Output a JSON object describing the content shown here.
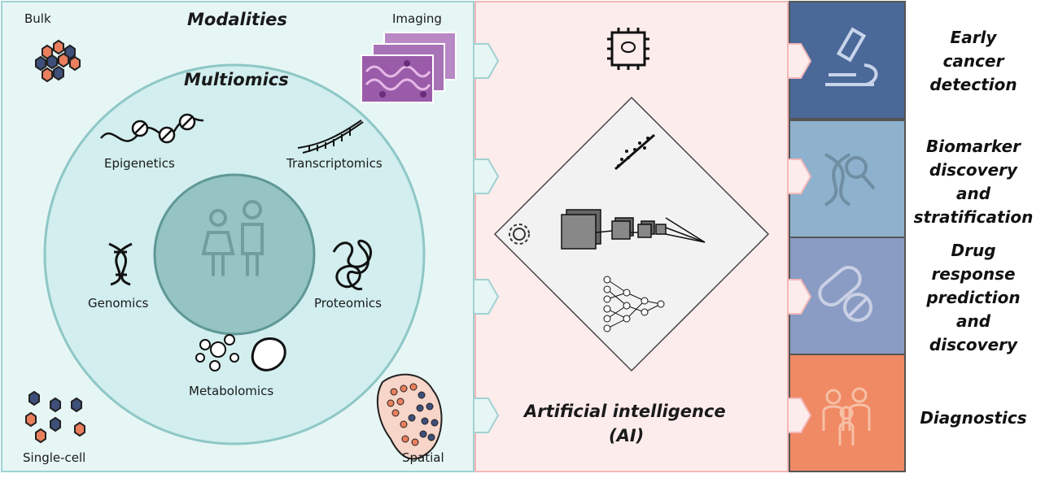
{
  "modalities": {
    "title": "Modalities",
    "bulk": "Bulk",
    "imaging": "Imaging",
    "single_cell": "Single-cell",
    "spatial": "Spatial"
  },
  "multiomics": {
    "title": "Multiomics",
    "epigenetics": "Epigenetics",
    "transcriptomics": "Transcriptomics",
    "genomics": "Genomics",
    "proteomics": "Proteomics",
    "metabolomics": "Metabolomics"
  },
  "ai": {
    "title_line1": "Artificial intelligence",
    "title_line2": "(AI)"
  },
  "outcomes": [
    {
      "label": "Early\ncancer\ndetection",
      "color": "#4a6898",
      "icon": "microscope-icon"
    },
    {
      "label": "Biomarker\ndiscovery\nand\nstratification",
      "color": "#8eb1cd",
      "icon": "dna-search-icon"
    },
    {
      "label": "Drug\nresponse\nprediction\nand\ndiscovery",
      "color": "#8a9cc3",
      "icon": "pills-icon"
    },
    {
      "label": "Diagnostics",
      "color": "#f08a64",
      "icon": "patients-icon"
    }
  ],
  "colors": {
    "modalities_bg": "#e6f6f5",
    "modalities_border": "#9fd2d1",
    "outer_circle": "#d2eeee",
    "inner_circle": "#95c4c2",
    "ai_bg": "#fdecec",
    "ai_border": "#f3b8b8",
    "cell_orange": "#ea7f5d",
    "cell_navy": "#3e4f7a"
  }
}
